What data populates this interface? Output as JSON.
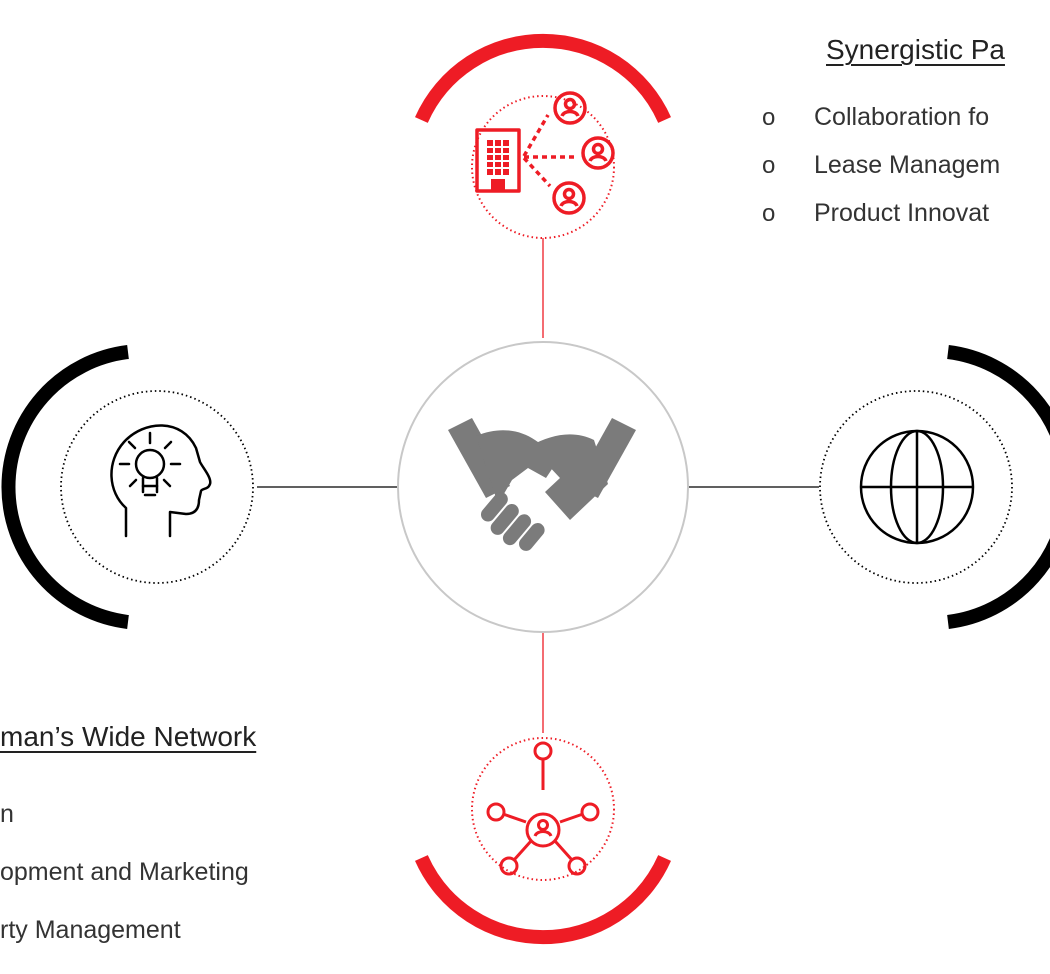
{
  "top_right_section": {
    "heading": "Synergistic Pa",
    "items": [
      {
        "marker": "o",
        "text": "Collaboration fo"
      },
      {
        "marker": "o",
        "text": "Lease Managem"
      },
      {
        "marker": "o",
        "text": "Product Innovat"
      }
    ]
  },
  "bottom_left_section": {
    "heading": "man’s Wide Network",
    "items": [
      {
        "marker": "",
        "text": "n"
      },
      {
        "marker": "",
        "text": "opment and Marketing"
      },
      {
        "marker": "",
        "text": "rty Management"
      }
    ]
  },
  "colors": {
    "accent_red": "#ee1c25",
    "arc_black": "#000000",
    "center_circle_border": "#c8c8c8",
    "handshake_gray": "#7b7b7b",
    "text": "#333333"
  },
  "nodes": {
    "center": {
      "icon": "handshake-icon"
    },
    "top": {
      "icon": "building-network-icon"
    },
    "left": {
      "icon": "head-lightbulb-icon"
    },
    "right": {
      "icon": "globe-icon"
    },
    "bottom": {
      "icon": "hub-network-icon"
    }
  }
}
